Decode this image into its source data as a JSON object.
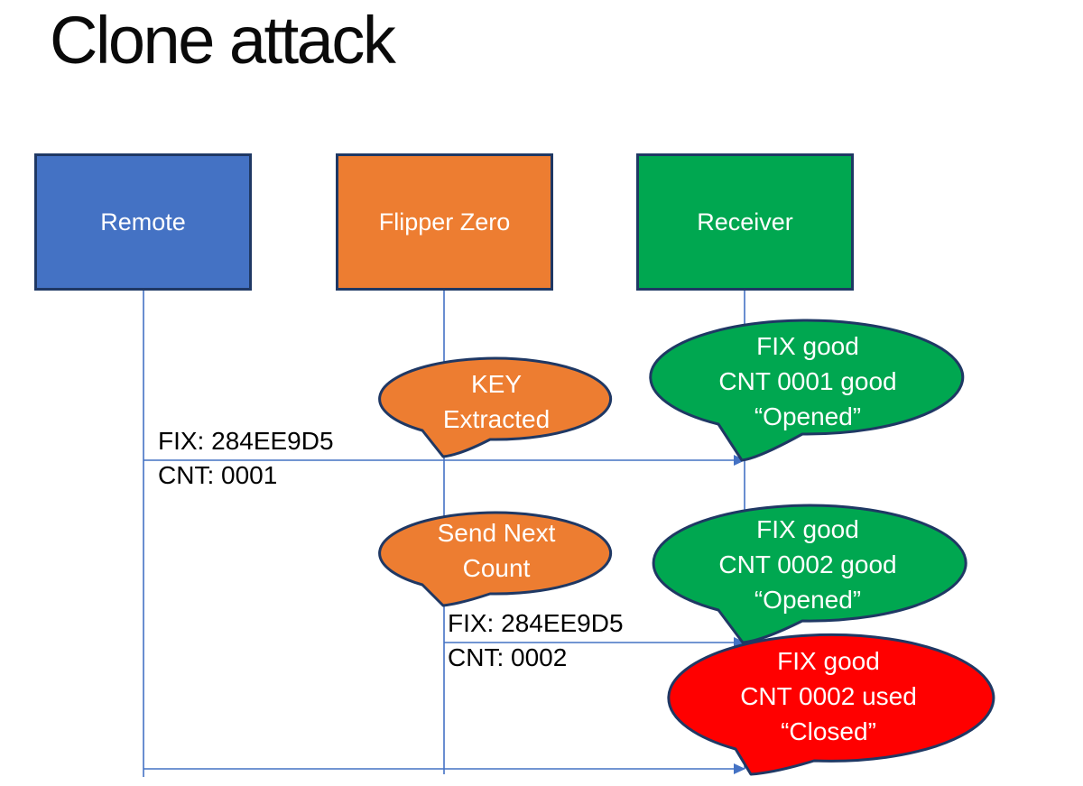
{
  "slide": {
    "title": "Clone attack"
  },
  "actors": [
    {
      "label": "Remote",
      "color": "#4472C4"
    },
    {
      "label": "Flipper Zero",
      "color": "#ED7D31"
    },
    {
      "label": "Receiver",
      "color": "#00A750"
    }
  ],
  "callouts": [
    {
      "actor": "Flipper Zero",
      "color": "#ED7D31",
      "lines": [
        "KEY",
        "Extracted"
      ]
    },
    {
      "actor": "Receiver",
      "color": "#00A750",
      "lines": [
        "FIX good",
        "CNT 0001 good",
        "“Opened”"
      ]
    },
    {
      "actor": "Flipper Zero",
      "color": "#ED7D31",
      "lines": [
        "Send Next",
        "Count"
      ]
    },
    {
      "actor": "Receiver",
      "color": "#00A750",
      "lines": [
        "FIX good",
        "CNT 0002 good",
        "“Opened”"
      ]
    },
    {
      "actor": "Receiver",
      "color": "#FF0000",
      "lines": [
        "FIX good",
        "CNT 0002 used",
        "“Closed”"
      ]
    }
  ],
  "messages": [
    {
      "from": "Remote",
      "to": "Receiver",
      "label_line1": "FIX: 284EE9D5",
      "label_line2": "CNT: 0001"
    },
    {
      "from": "Flipper Zero",
      "to": "Receiver",
      "label_line1": "FIX: 284EE9D5",
      "label_line2": "CNT: 0002"
    },
    {
      "from": "Remote",
      "to": "Receiver"
    }
  ],
  "colors": {
    "outline": "#1F3864",
    "connector": "#4472C4",
    "title_text": "#0A0A0A",
    "message_text": "#000000",
    "bubble_text": "#FFFFFF",
    "background": "#FFFFFF"
  }
}
